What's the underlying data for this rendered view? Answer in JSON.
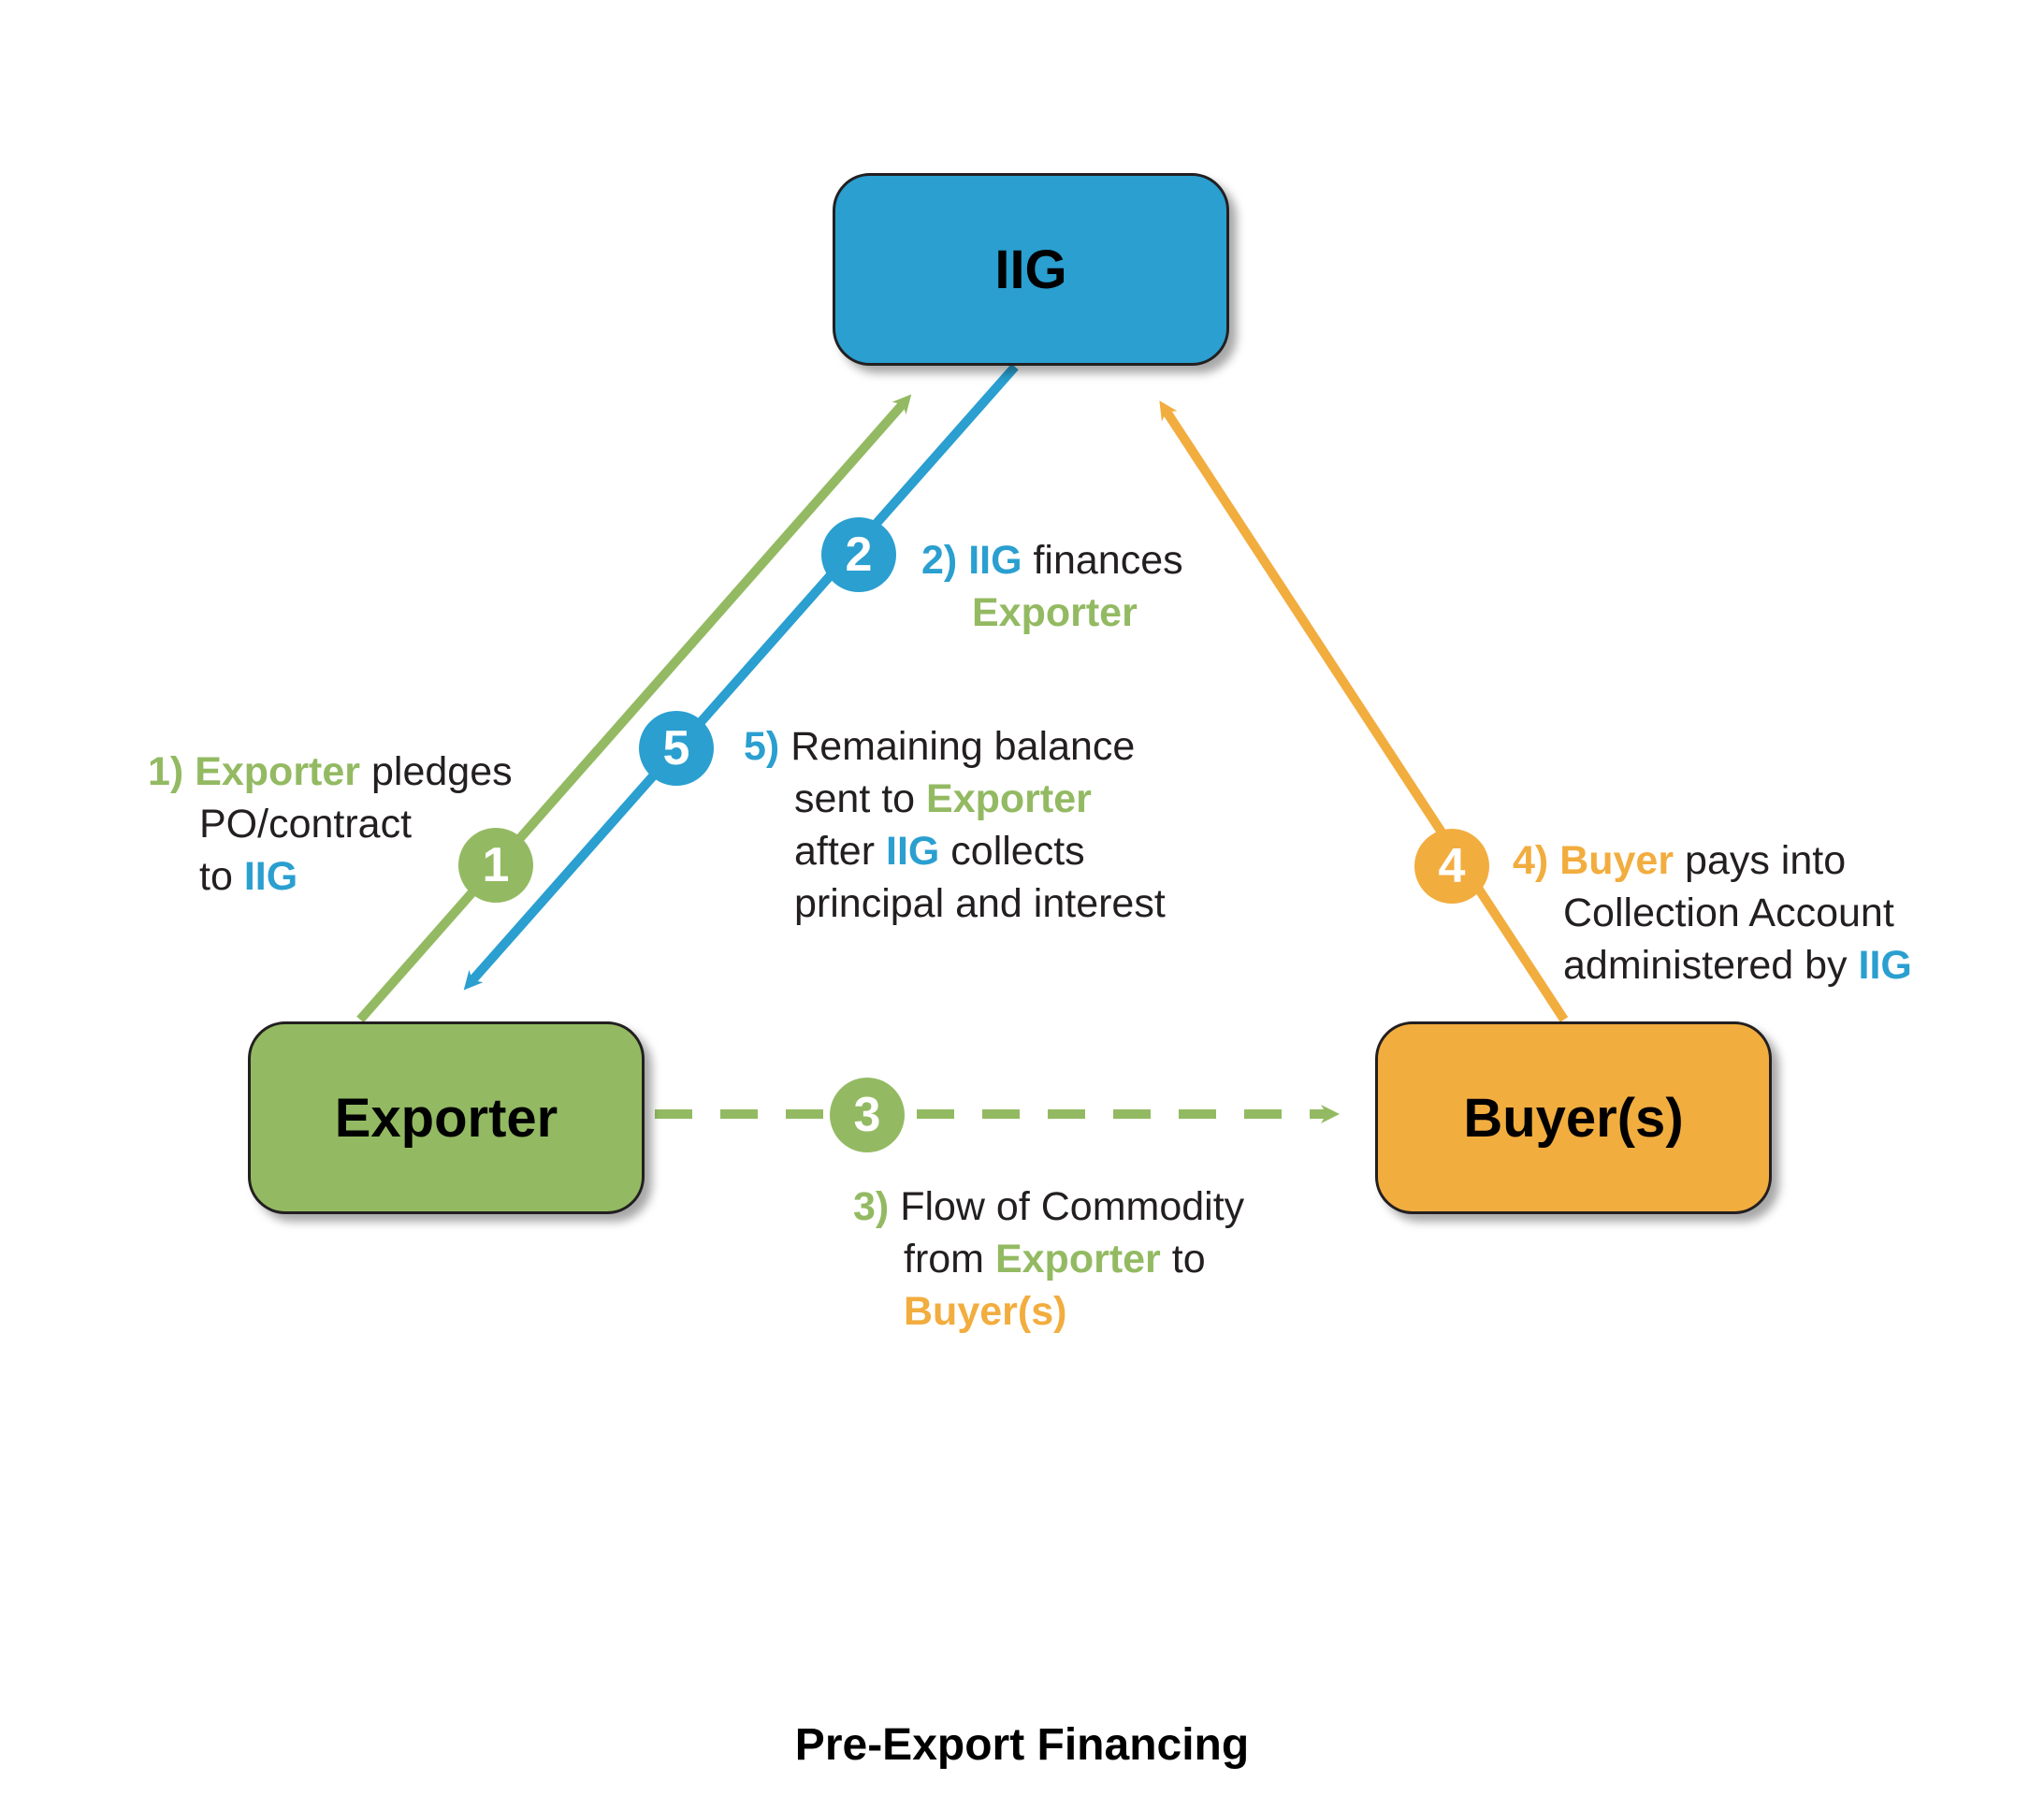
{
  "colors": {
    "exporter_green": "#93ba62",
    "iig_blue": "#2a9fd0",
    "buyer_orange": "#f2ad3f",
    "text_dark": "#231f20"
  },
  "nodes": {
    "iig": "IIG",
    "exporter": "Exporter",
    "buyers": "Buyer(s)"
  },
  "steps": [
    {
      "num": "1",
      "prefix": "1)",
      "lines": [
        [
          "Exporter",
          " pledges"
        ],
        [
          "PO/contract"
        ],
        [
          "to ",
          "IIG"
        ]
      ]
    },
    {
      "num": "2",
      "prefix": "2)",
      "lines": [
        [
          "IIG",
          " finances"
        ],
        [
          "Exporter"
        ]
      ]
    },
    {
      "num": "3",
      "prefix": "3)",
      "lines": [
        [
          "Flow of Commodity"
        ],
        [
          "from ",
          "Exporter",
          " to"
        ],
        [
          "Buyer(s)"
        ]
      ]
    },
    {
      "num": "4",
      "prefix": "4)",
      "lines": [
        [
          "Buyer",
          " pays into"
        ],
        [
          "Collection Account"
        ],
        [
          "administered by ",
          "IIG"
        ]
      ]
    },
    {
      "num": "5",
      "prefix": "5)",
      "lines": [
        [
          "Remaining balance"
        ],
        [
          "sent to ",
          "Exporter"
        ],
        [
          "after ",
          "IIG",
          " collects"
        ],
        [
          "principal and interest"
        ]
      ]
    }
  ],
  "title": "Pre-Export Financing"
}
